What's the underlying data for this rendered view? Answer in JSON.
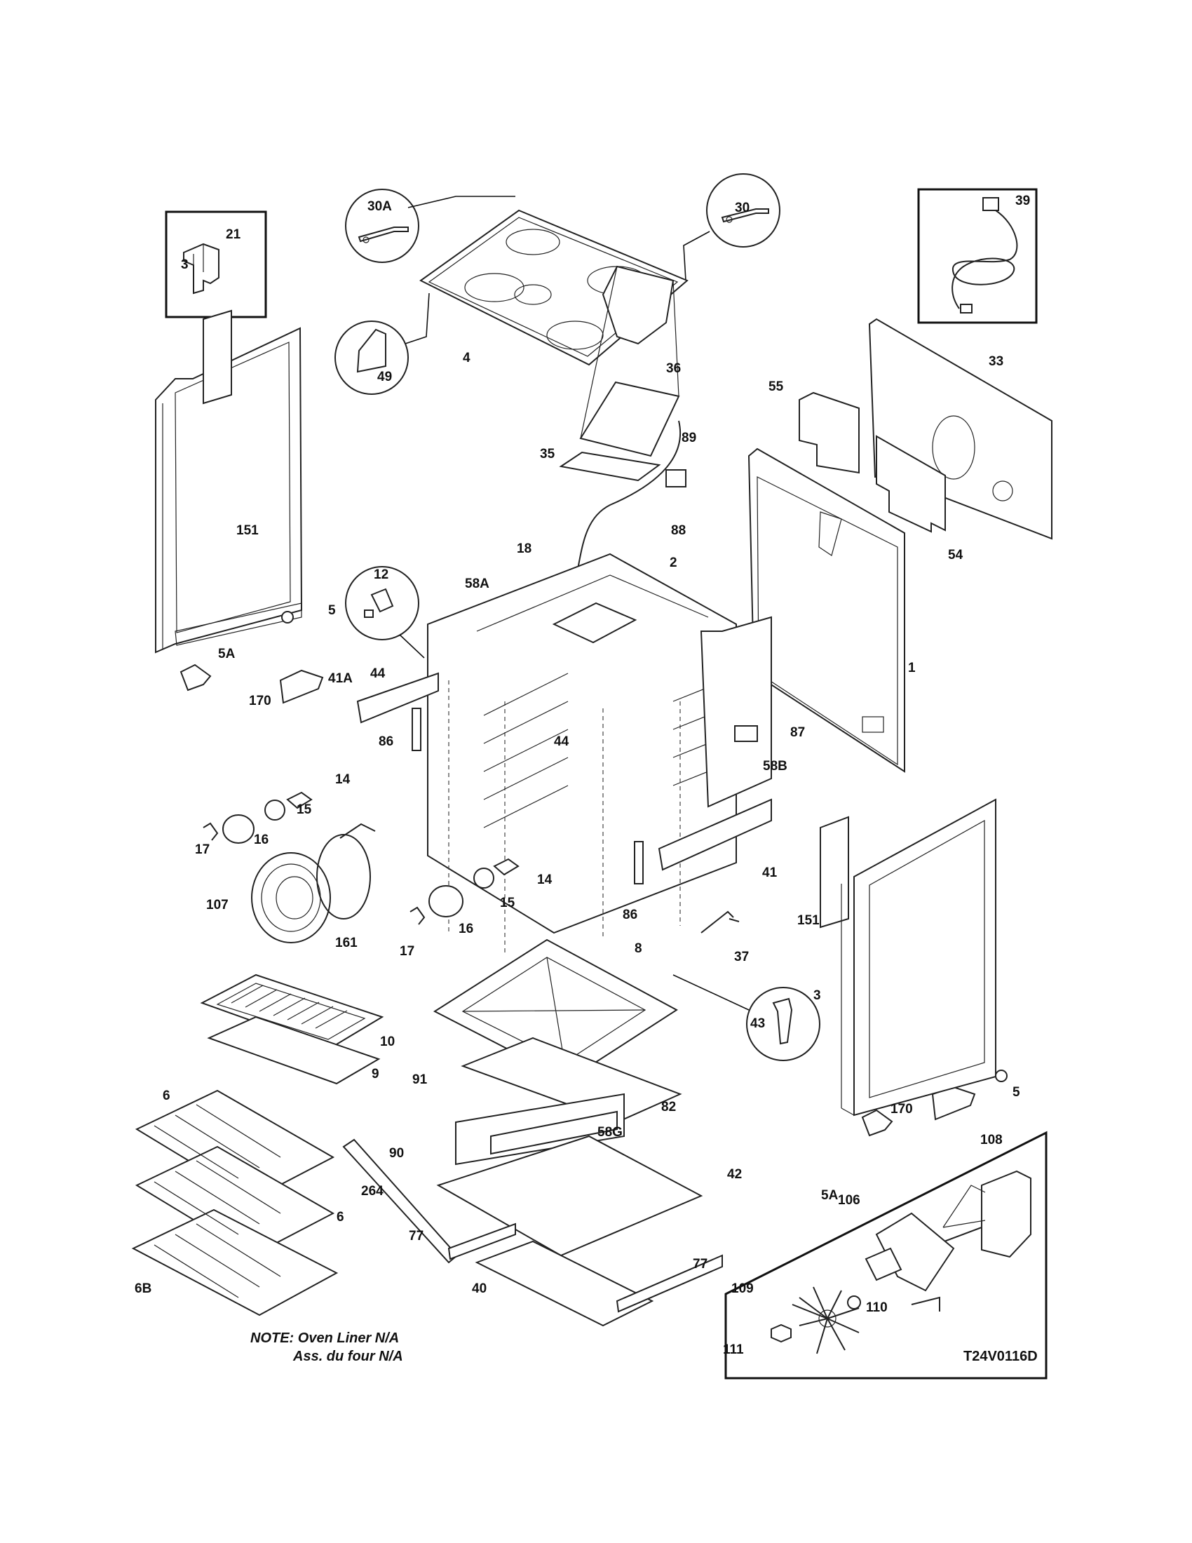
{
  "diagram_id": "T24V0116D",
  "note_line1": "NOTE: Oven Liner N/A",
  "note_line2": "Ass. du four N/A",
  "labels": {
    "p30A": "30A",
    "p30": "30",
    "p39": "39",
    "p21": "21",
    "p3a": "3",
    "p4": "4",
    "p49": "49",
    "p36": "36",
    "p33": "33",
    "p55": "55",
    "p35": "35",
    "p89": "89",
    "p151a": "151",
    "p88": "88",
    "p54": "54",
    "p12": "12",
    "p18": "18",
    "p58A": "58A",
    "p2": "2",
    "p5a": "5",
    "p5Aa": "5A",
    "p44a": "44",
    "p1": "1",
    "p170a": "170",
    "p41A": "41A",
    "p87": "87",
    "p86a": "86",
    "p44b": "44",
    "p58B": "58B",
    "p14a": "14",
    "p15a": "15",
    "p16a": "16",
    "p17a": "17",
    "p107": "107",
    "p161": "161",
    "p14b": "14",
    "p15b": "15",
    "p16b": "16",
    "p17b": "17",
    "p86b": "86",
    "p41": "41",
    "p151b": "151",
    "p37": "37",
    "p8": "8",
    "p3b": "3",
    "p43": "43",
    "p10": "10",
    "p9": "9",
    "p91": "91",
    "p82": "82",
    "p5b": "5",
    "p6a": "6",
    "p170b": "170",
    "p58G": "58G",
    "p108": "108",
    "p90": "90",
    "p42": "42",
    "p264": "264",
    "p5Ab": "5A",
    "p6b": "6",
    "p106": "106",
    "p77a": "77",
    "p77b": "77",
    "p6B": "6B",
    "p40": "40",
    "p109": "109",
    "p110": "110",
    "p111": "111"
  }
}
